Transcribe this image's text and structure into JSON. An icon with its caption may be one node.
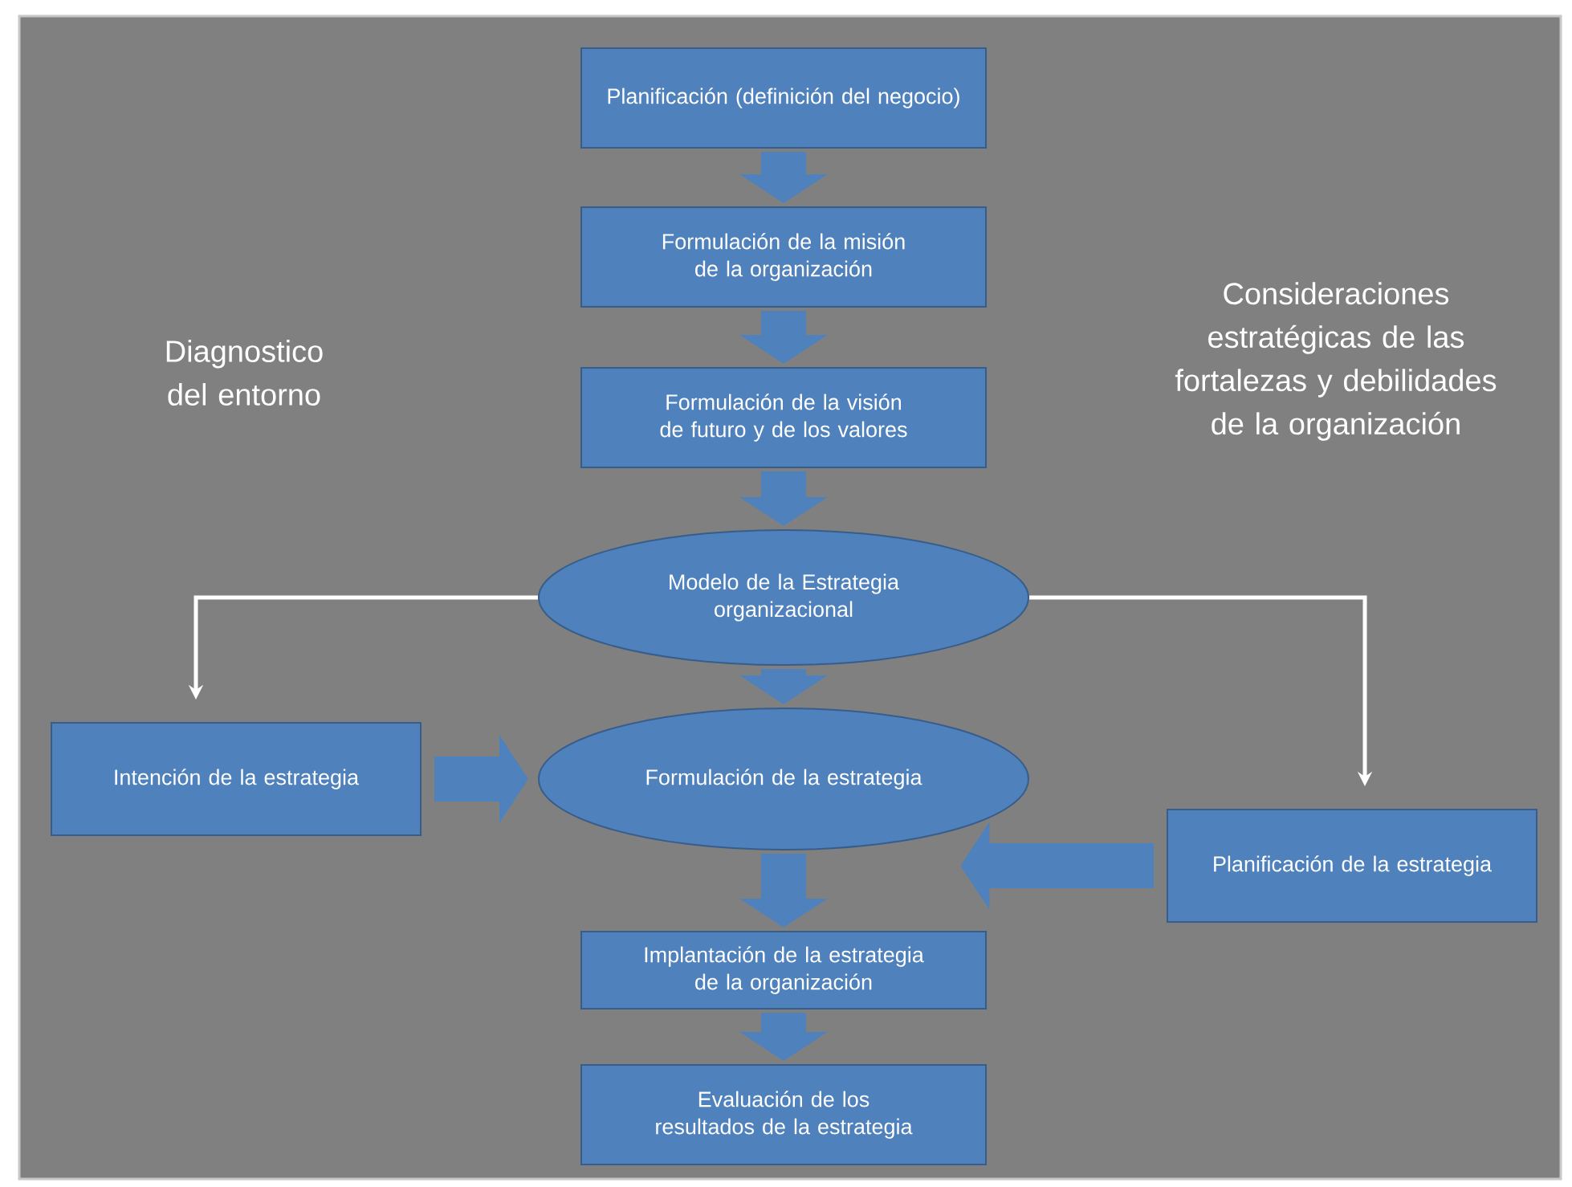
{
  "diagram": {
    "nodes": [
      {
        "text": [
          "Planificación (definición del negocio)"
        ]
      },
      {
        "text": [
          "Formulación de la misión de la organización"
        ]
      },
      {
        "text": [
          "Formulación de la visión de futuro y de los valores"
        ]
      },
      {
        "text": [
          "Modelo de la Estrategia organizacional"
        ]
      },
      {
        "text": [
          "Intención de la estrategia"
        ]
      },
      {
        "text": [
          "Formulación de la estrategia"
        ]
      },
      {
        "text": [
          "Planificación de la estrategia"
        ]
      },
      {
        "text": [
          "Implantación de la estrategia de la organización"
        ]
      },
      {
        "text": [
          "Evaluación de los resultados de la estrategia"
        ]
      }
    ],
    "edges": [
      {
        "from": 0,
        "to": 1,
        "arrow": "to"
      },
      {
        "from": 1,
        "to": 2,
        "arrow": "to"
      },
      {
        "from": 2,
        "to": 3,
        "arrow": "to"
      },
      {
        "from": 3,
        "to": 4,
        "arrow": "to",
        "color": "#ffffff"
      },
      {
        "from": 3,
        "to": 6,
        "arrow": "to",
        "color": "#ffffff"
      },
      {
        "from": 3,
        "to": 5,
        "arrow": "to"
      },
      {
        "from": 4,
        "to": 5,
        "arrow": "to"
      },
      {
        "from": 6,
        "to": 5,
        "arrow": "to"
      },
      {
        "from": 5,
        "to": 7,
        "arrow": "to"
      },
      {
        "from": 7,
        "to": 8,
        "arrow": "to"
      }
    ],
    "labels": [
      "Diagnostico del entorno",
      "Consideraciones estratégicas de las fortalezas y debilidades de la organización"
    ]
  }
}
